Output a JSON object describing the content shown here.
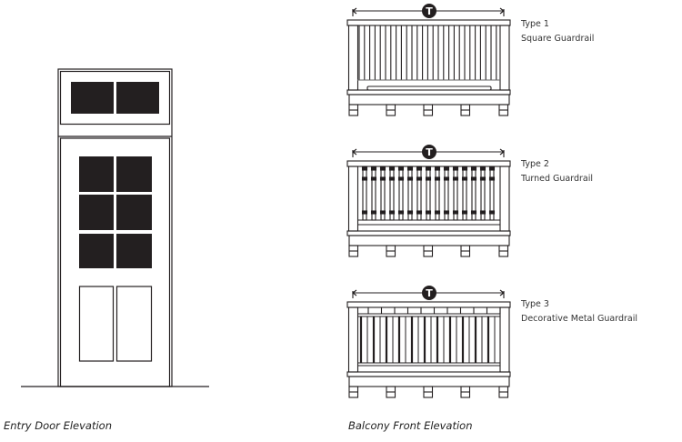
{
  "door": {
    "caption": "Entry Door Elevation"
  },
  "balcony": {
    "caption": "Balcony Front Elevation",
    "dimension_marker": "T",
    "types": [
      {
        "type_label": "Type 1",
        "name": "Square Guardrail",
        "style": "square"
      },
      {
        "type_label": "Type 2",
        "name": "Turned Guardrail",
        "style": "turned"
      },
      {
        "type_label": "Type 3",
        "name": "Decorative Metal Guardrail",
        "style": "metal"
      }
    ]
  },
  "colors": {
    "ink": "#231f20",
    "text": "#333333"
  }
}
